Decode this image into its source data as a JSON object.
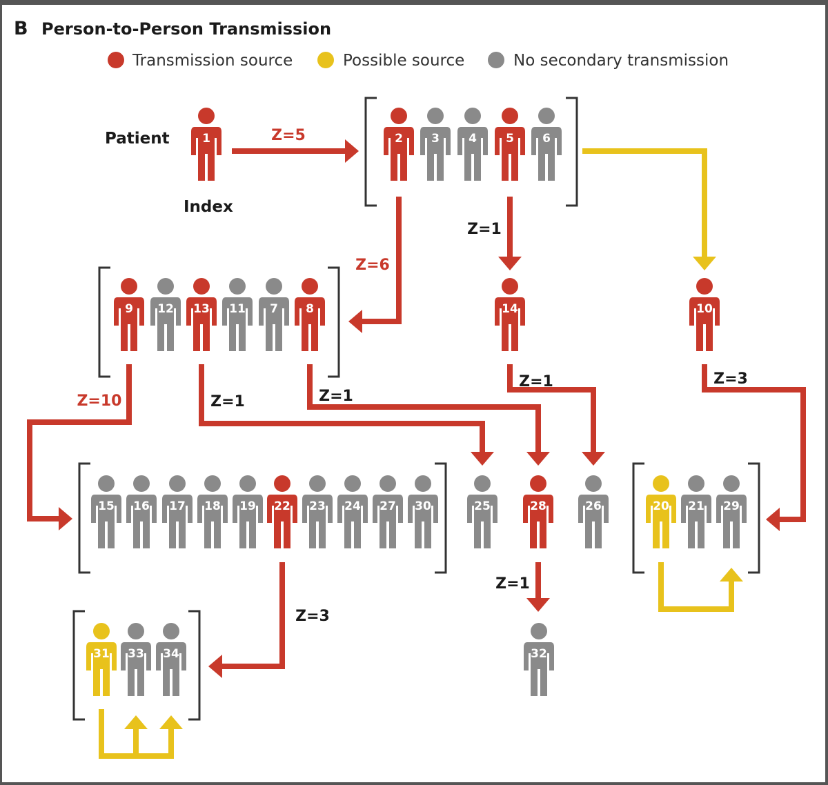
{
  "panel": {
    "letter": "B",
    "title": "Person-to-Person Transmission"
  },
  "legend": [
    {
      "label": "Transmission source",
      "color": "#c8392b"
    },
    {
      "label": "Possible source",
      "color": "#e8c21c"
    },
    {
      "label": "No secondary transmission",
      "color": "#8a8a8a"
    }
  ],
  "labels": {
    "patient": "Patient",
    "index": "Index"
  },
  "colors": {
    "red": "#c8392b",
    "yellow": "#e8c21c",
    "gray": "#8a8a8a"
  },
  "patients": [
    {
      "id": "1",
      "status": "source"
    },
    {
      "id": "2",
      "status": "source"
    },
    {
      "id": "3",
      "status": "none"
    },
    {
      "id": "4",
      "status": "none"
    },
    {
      "id": "5",
      "status": "source"
    },
    {
      "id": "6",
      "status": "none"
    },
    {
      "id": "9",
      "status": "source"
    },
    {
      "id": "12",
      "status": "none"
    },
    {
      "id": "13",
      "status": "source"
    },
    {
      "id": "11",
      "status": "none"
    },
    {
      "id": "7",
      "status": "none"
    },
    {
      "id": "8",
      "status": "source"
    },
    {
      "id": "14",
      "status": "source"
    },
    {
      "id": "10",
      "status": "source"
    },
    {
      "id": "15",
      "status": "none"
    },
    {
      "id": "16",
      "status": "none"
    },
    {
      "id": "17",
      "status": "none"
    },
    {
      "id": "18",
      "status": "none"
    },
    {
      "id": "19",
      "status": "none"
    },
    {
      "id": "22",
      "status": "source"
    },
    {
      "id": "23",
      "status": "none"
    },
    {
      "id": "24",
      "status": "none"
    },
    {
      "id": "27",
      "status": "none"
    },
    {
      "id": "30",
      "status": "none"
    },
    {
      "id": "25",
      "status": "none"
    },
    {
      "id": "28",
      "status": "source"
    },
    {
      "id": "26",
      "status": "none"
    },
    {
      "id": "20",
      "status": "possible"
    },
    {
      "id": "21",
      "status": "none"
    },
    {
      "id": "29",
      "status": "none"
    },
    {
      "id": "31",
      "status": "possible"
    },
    {
      "id": "33",
      "status": "none"
    },
    {
      "id": "34",
      "status": "none"
    },
    {
      "id": "32",
      "status": "none"
    }
  ],
  "transmissions": [
    {
      "from": "1",
      "to": "2,3,4,5,6",
      "z": "Z=5",
      "kind": "source"
    },
    {
      "from": "2",
      "to": "9,12,13,11,7,8",
      "z": "Z=6",
      "kind": "source"
    },
    {
      "from": "5",
      "to": "14",
      "z": "Z=1",
      "kind": "source"
    },
    {
      "from": "2-6",
      "to": "10",
      "z": "",
      "kind": "possible"
    },
    {
      "from": "9",
      "to": "15,16,17,18,19,22,23,24,27,30",
      "z": "Z=10",
      "kind": "source"
    },
    {
      "from": "13",
      "to": "25",
      "z": "Z=1",
      "kind": "source"
    },
    {
      "from": "8",
      "to": "28",
      "z": "Z=1",
      "kind": "source"
    },
    {
      "from": "14",
      "to": "26",
      "z": "Z=1",
      "kind": "source"
    },
    {
      "from": "10",
      "to": "20,21,29",
      "z": "Z=3",
      "kind": "source"
    },
    {
      "from": "22",
      "to": "31,33,34",
      "z": "Z=3",
      "kind": "source"
    },
    {
      "from": "28",
      "to": "32",
      "z": "Z=1",
      "kind": "source"
    },
    {
      "from": "20",
      "to": "29",
      "z": "",
      "kind": "possible"
    },
    {
      "from": "31",
      "to": "33,34",
      "z": "",
      "kind": "possible"
    }
  ]
}
